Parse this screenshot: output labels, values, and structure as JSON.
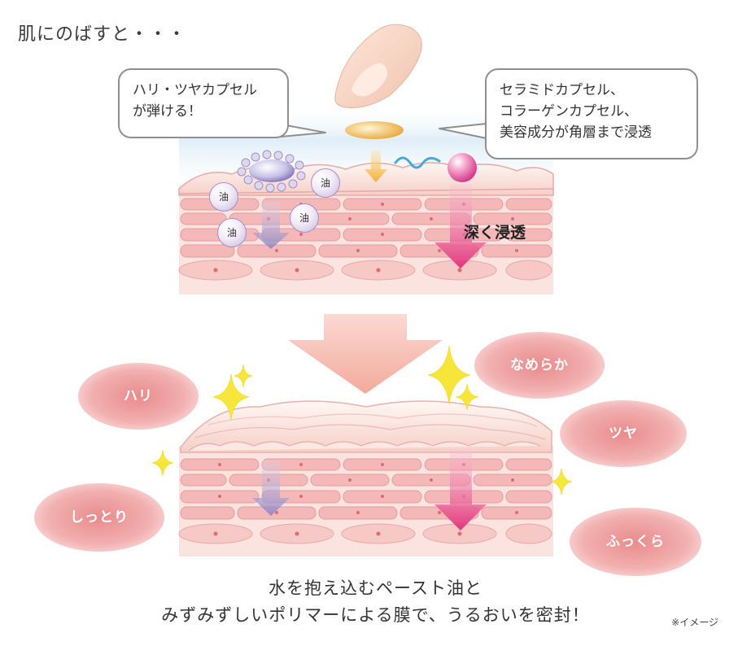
{
  "heading": "肌にのばすと・・・",
  "bubbles": {
    "left": "ハリ・ツヤカプセル\nが弾ける！",
    "right": "セラミドカプセル、\nコラーゲンカプセル、\n美容成分が角層まで浸透"
  },
  "label_deep": "深く浸透",
  "oil_label": "油",
  "effects": {
    "hari": "ハリ",
    "nameraka": "なめらか",
    "tsuya": "ツヤ",
    "shittori": "しっとり",
    "fukkura": "ふっくら"
  },
  "caption": {
    "line1": "水を抱え込むペースト油と",
    "line2": "みずみずしいポリマーによる膜で、うるおいを密封！"
  },
  "note": "※イメージ",
  "colors": {
    "skin_cell": "#f4b8b8",
    "skin_bg": "#fbe4e0",
    "deep_arrow": "#e2337a",
    "oil_arrow": "#9b93c9",
    "capsule_arrow": "#f0b030",
    "down_arrow": "#f3b1a6",
    "sparkle": "#f7e63a"
  }
}
